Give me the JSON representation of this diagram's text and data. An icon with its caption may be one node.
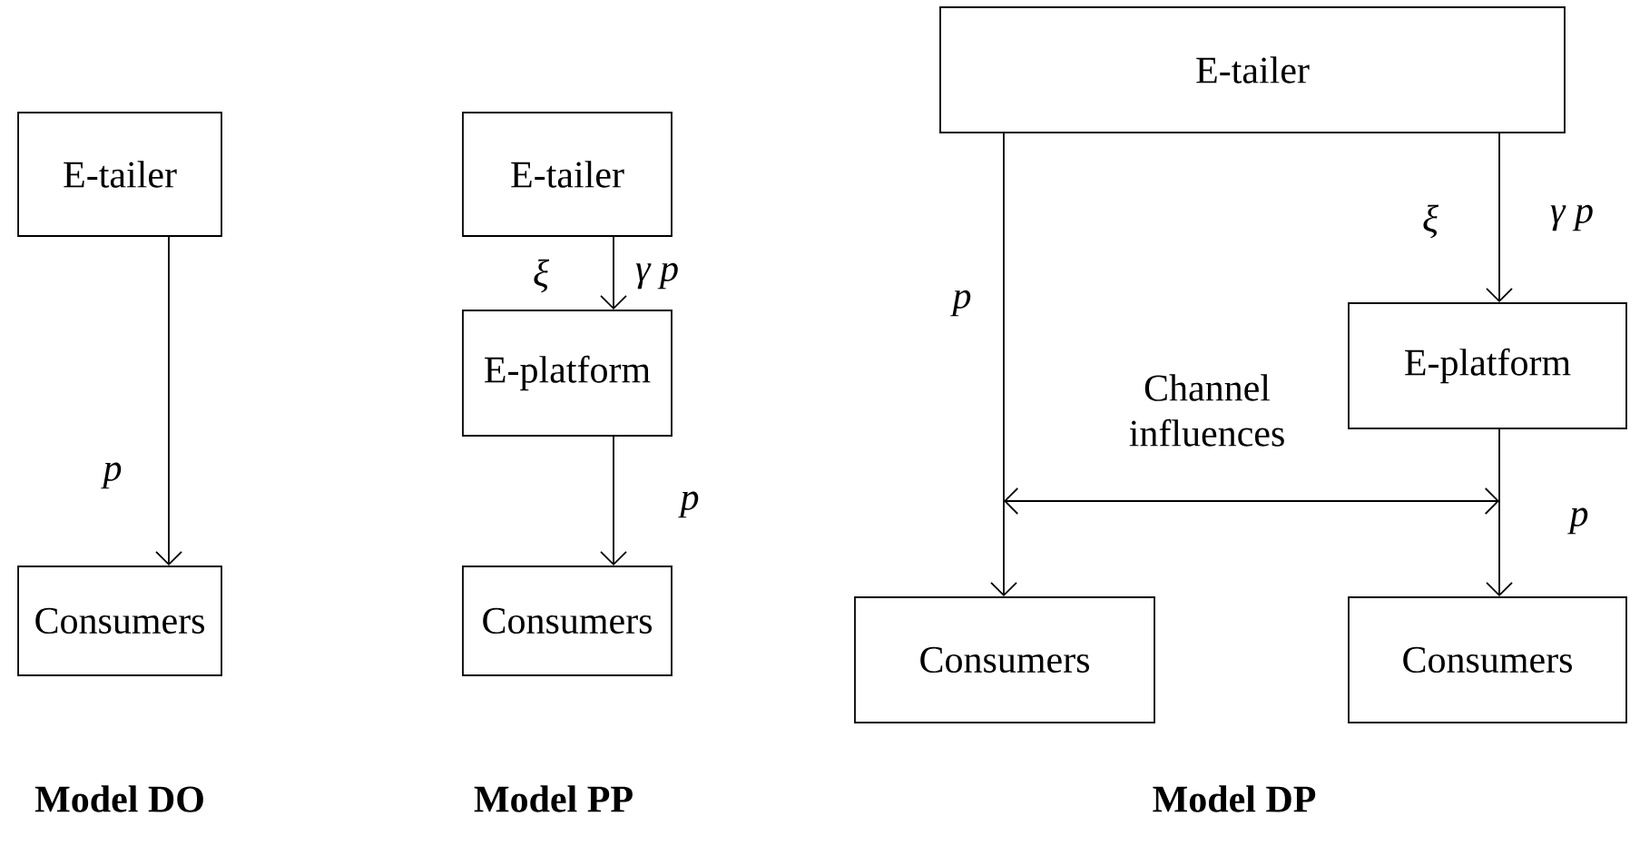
{
  "diagram": {
    "nodes": [
      {
        "text": [
          "E-tailer"
        ]
      },
      {
        "text": [
          "Consumers"
        ]
      },
      {
        "text": [
          "E-tailer"
        ]
      },
      {
        "text": [
          "E-platform"
        ]
      },
      {
        "text": [
          "Consumers"
        ]
      },
      {
        "text": [
          "E-tailer"
        ]
      },
      {
        "text": [
          "E-platform"
        ]
      },
      {
        "text": [
          "Consumers"
        ]
      },
      {
        "text": [
          "Consumers"
        ]
      }
    ],
    "edges": [
      {
        "from": 0,
        "to": 1,
        "arrow": "to",
        "label": "p"
      },
      {
        "from": 2,
        "to": 3,
        "arrow": "to",
        "label": "ξ"
      },
      {
        "from": 3,
        "to": 4,
        "arrow": "to",
        "label": "p"
      },
      {
        "from": 5,
        "to": 7,
        "arrow": "to",
        "label": "p"
      },
      {
        "from": 5,
        "to": 6,
        "arrow": "to",
        "label": "ξ"
      },
      {
        "from": 6,
        "to": 8,
        "arrow": "to",
        "label": "p"
      }
    ],
    "labels": [
      "γ p",
      "γ p",
      "Channel influences",
      "Model DO",
      "Model PP",
      "Model DP"
    ]
  }
}
